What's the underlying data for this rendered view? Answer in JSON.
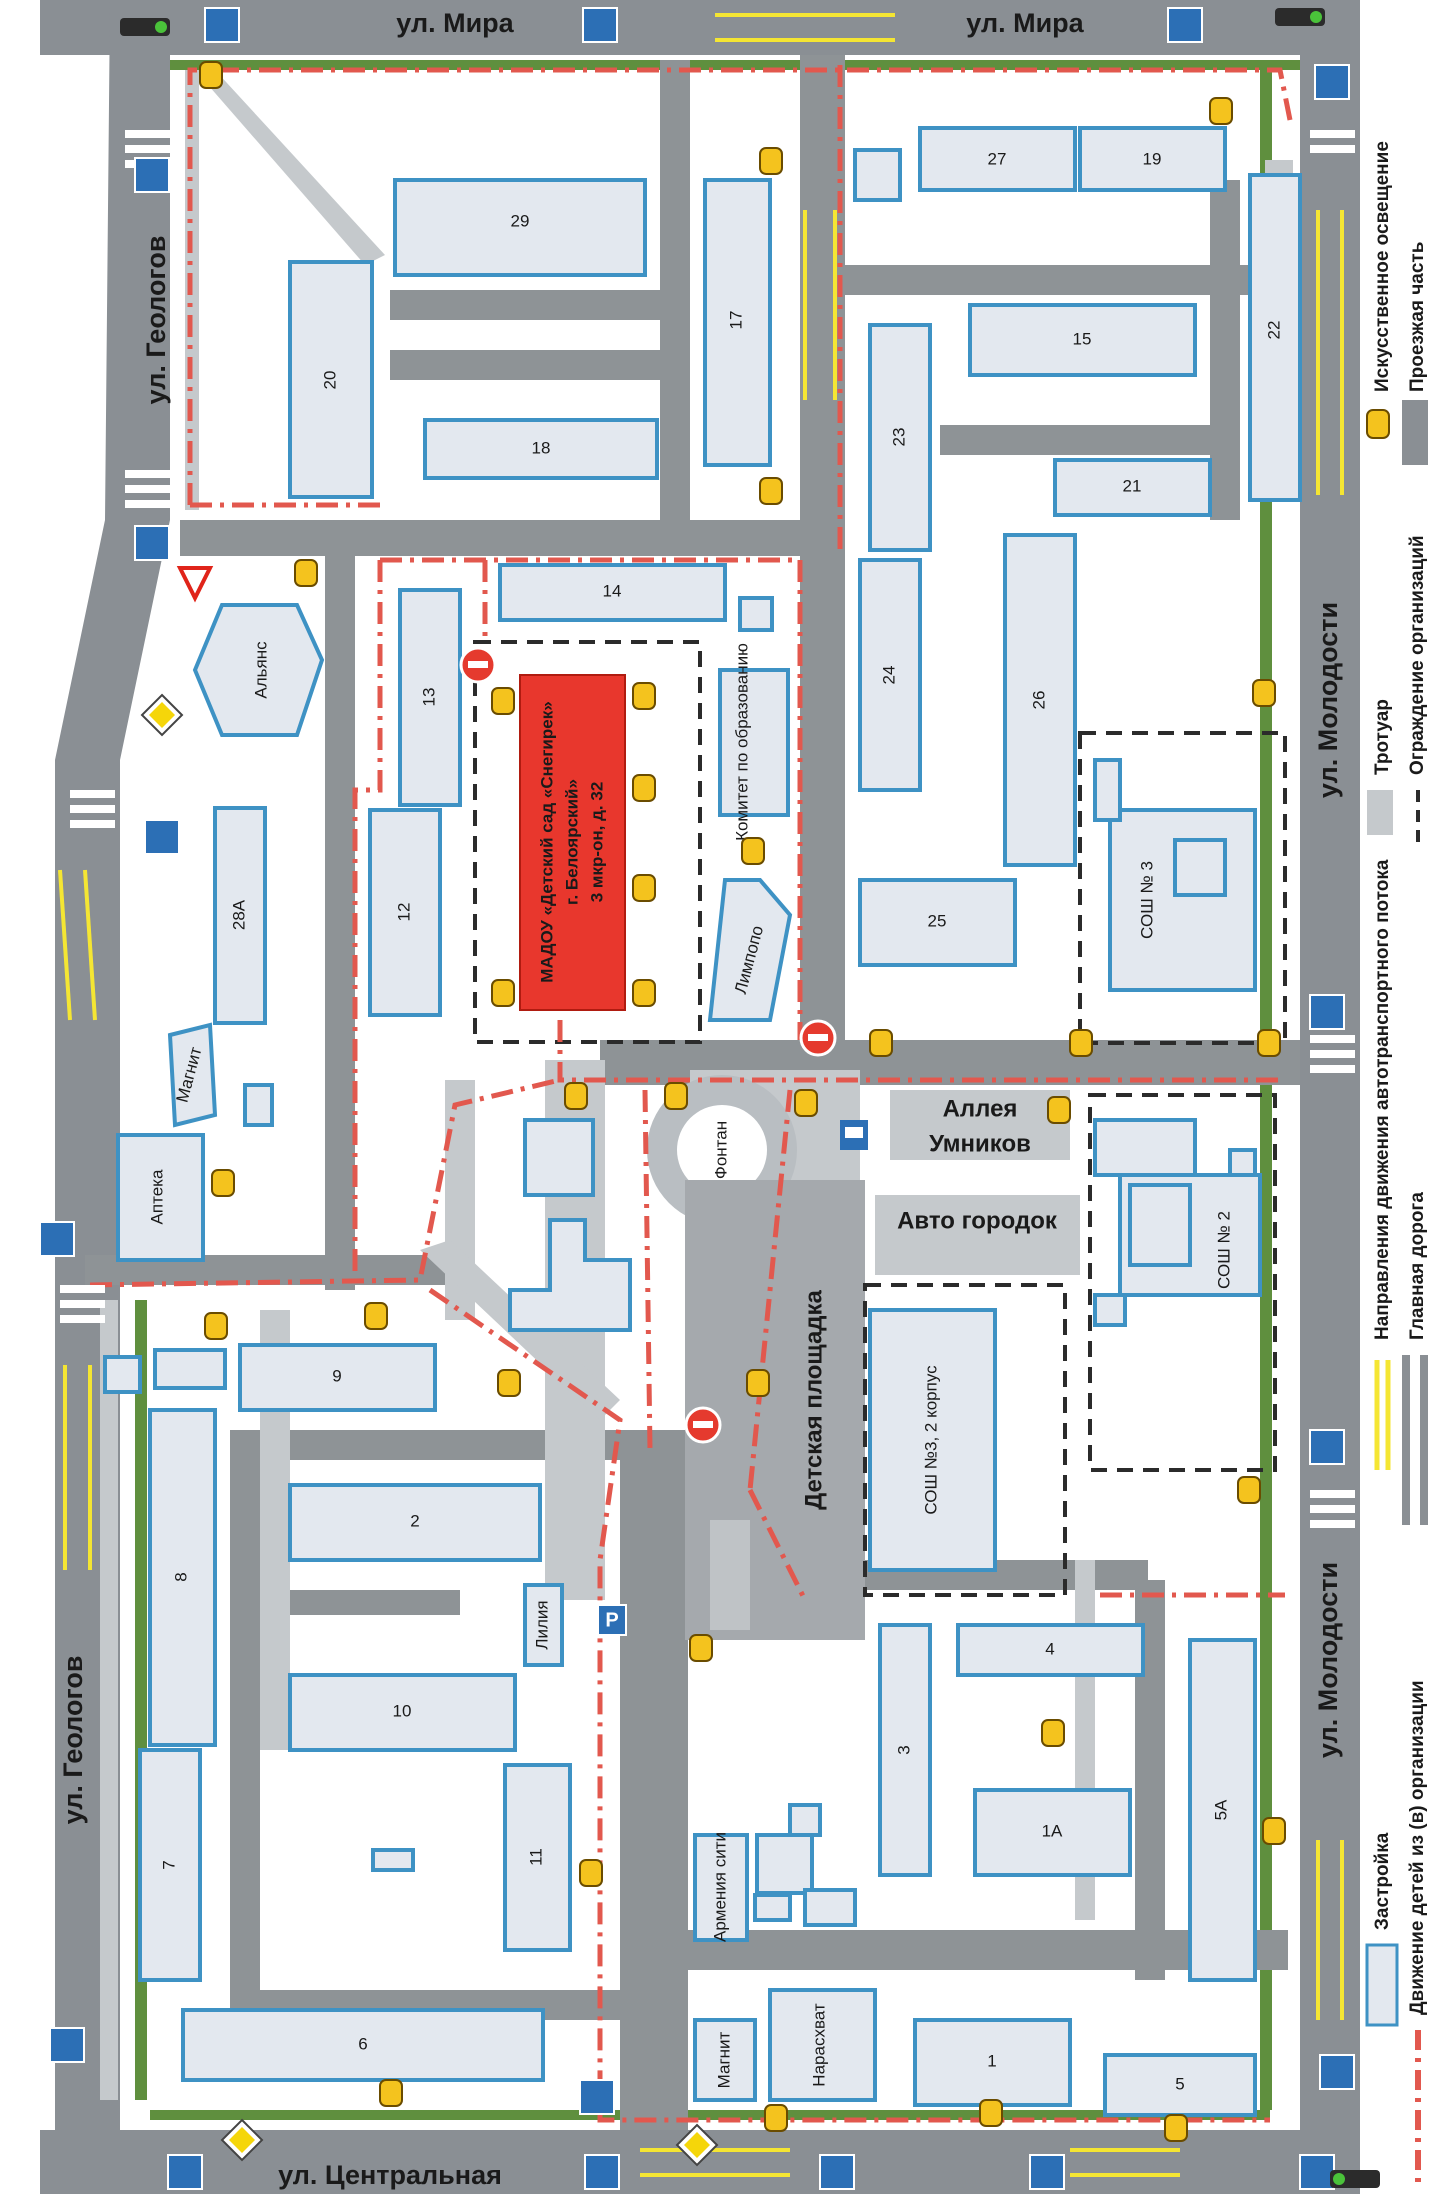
{
  "streets": {
    "mira_left": "ул. Мира",
    "mira_right": "ул. Мира",
    "geologov_top": "ул. Геологов",
    "geologov_bottom": "ул. Геологов",
    "molodosti_top": "ул. Молодости",
    "molodosti_bottom": "ул. Молодости",
    "centralnaya": "ул. Центральная"
  },
  "buildings": {
    "b29": "29",
    "b20": "20",
    "b18": "18",
    "b17": "17",
    "b27": "27",
    "b19": "19",
    "b22": "22",
    "b15": "15",
    "b23": "23",
    "b21": "21",
    "b14": "14",
    "b13": "13",
    "b24": "24",
    "b26": "26",
    "b12": "12",
    "b28a": "28А",
    "b25": "25",
    "b9": "9",
    "b8": "8",
    "b2": "2",
    "b10": "10",
    "b11": "11",
    "b7": "7",
    "b6": "6",
    "b3": "3",
    "b4": "4",
    "b1a": "1А",
    "b5a": "5А",
    "b1": "1",
    "b5": "5"
  },
  "places": {
    "alyans": "Альянс",
    "magnit_top": "Магнит",
    "apteka": "Аптека",
    "komitet": "Комитет по образованию",
    "limpopo": "Лимпопо",
    "fontan": "Фонтан",
    "alleya": "Аллея",
    "umnikov": "Умников",
    "avto_gorodok": "Авто городок",
    "sosh3": "СОШ № 3",
    "sosh2": "СОШ № 2",
    "sosh3_k2": "СОШ №3, 2 корпус",
    "detskaya": "Детская площадка",
    "liliya": "Лилия",
    "armeniya": "Армения сити",
    "magnit_bottom": "Магнит",
    "naraskhvat": "Нарасхват",
    "parking": "P"
  },
  "kindergarten": {
    "line1": "МАДОУ «Детский сад «Снегирек»",
    "line2": "г. Белоярский»",
    "line3": "3 мкр-он, д. 32"
  },
  "legend": {
    "lighting": "Искусственное освещение",
    "roadway": "Проезжая часть",
    "sidewalk": "Тротуар",
    "fence": "Ограждение организаций",
    "traffic_dir": "Направления движения автотранспортного потока",
    "main_road": "Главная дорога",
    "buildings": "Застройка",
    "children_route": "Движение детей из (в) организации"
  },
  "colors": {
    "road": "#8a8f94",
    "sidewalk": "#c5c9cc",
    "building_fill": "#e3e8ef",
    "building_stroke": "#3e92c4",
    "kindergarten": "#e8372d",
    "route": "#e2584e",
    "traffic_arrows": "#f5e633",
    "lamp": "#f4c31e"
  }
}
